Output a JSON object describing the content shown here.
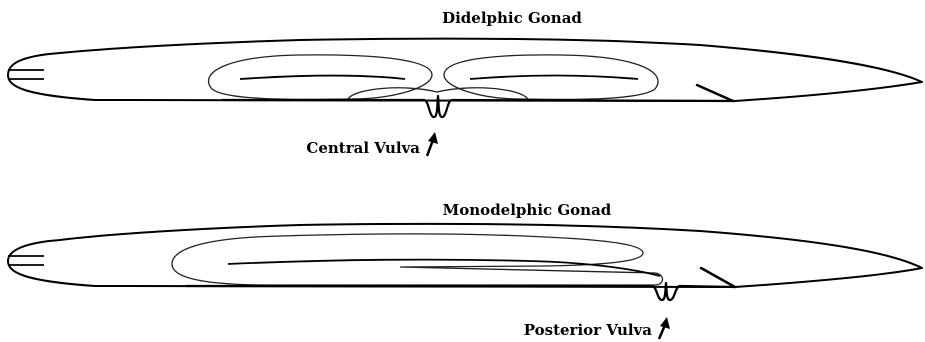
{
  "figure": {
    "panels": [
      {
        "title": "Didelphic Gonad",
        "vulva_label": "Central Vulva"
      },
      {
        "title": "Monodelphic Gonad",
        "vulva_label": "Posterior Vulva"
      }
    ]
  }
}
